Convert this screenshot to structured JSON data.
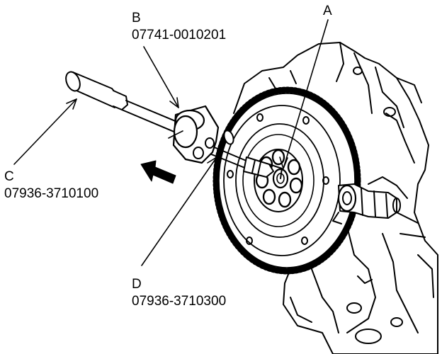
{
  "callouts": {
    "a": {
      "letter": "A"
    },
    "b": {
      "letter": "B",
      "part_number": "07741-0010201"
    },
    "c": {
      "letter": "C",
      "part_number": "07936-3710100"
    },
    "d": {
      "letter": "D",
      "part_number": "07936-3710300"
    }
  },
  "colors": {
    "ink": "#000000",
    "paper": "#ffffff"
  },
  "icons": {
    "direction": "pull-direction-arrow-icon"
  }
}
